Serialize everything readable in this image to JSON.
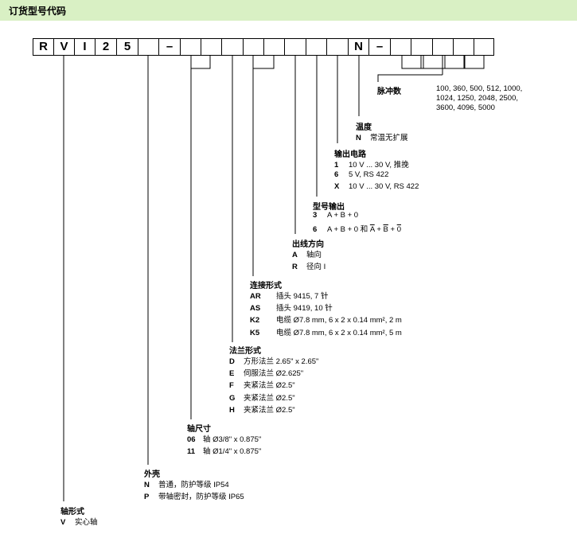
{
  "header": {
    "title": "订货型号代码"
  },
  "code_boxes": [
    "R",
    "V",
    "I",
    "2",
    "5",
    "",
    "–",
    "",
    "",
    "",
    "",
    "",
    "",
    "",
    "",
    "N",
    "–",
    "",
    "",
    "",
    "",
    "",
    ""
  ],
  "pulse_title": "脉冲数",
  "pulse_values": [
    "100, 360, 500, 512, 1000,",
    "1024, 1250, 2048, 2500,",
    "3600, 4096, 5000"
  ],
  "temperature": {
    "title": "温度",
    "items": [
      {
        "code": "N",
        "text": "常温无扩展"
      }
    ]
  },
  "output_circuit": {
    "title": "输出电路",
    "items": [
      {
        "code": "1",
        "text": "10 V ... 30 V, 推挽"
      },
      {
        "code": "6",
        "text": "5 V, RS 422"
      },
      {
        "code": "X",
        "text": "10 V ... 30 V, RS 422"
      }
    ]
  },
  "signal_output": {
    "title": "型号输出",
    "items": [
      {
        "code": "3",
        "text": "A + B + 0"
      },
      {
        "code": "6",
        "text": "A + B + 0 和 ",
        "extra": [
          "A",
          "B",
          "0"
        ]
      }
    ]
  },
  "cable_direction": {
    "title": "出线方向",
    "items": [
      {
        "code": "A",
        "text": "轴向"
      },
      {
        "code": "R",
        "text": "径向 I"
      }
    ]
  },
  "connection": {
    "title": "连接形式",
    "items": [
      {
        "code": "AR",
        "text": "插头 9415, 7 针"
      },
      {
        "code": "AS",
        "text": "插头 9419, 10 针"
      },
      {
        "code": "K2",
        "text": "电缆 Ø7.8 mm, 6 x 2 x 0.14 mm², 2 m"
      },
      {
        "code": "K5",
        "text": "电缆 Ø7.8 mm, 6 x 2 x 0.14 mm², 5 m"
      }
    ]
  },
  "flange": {
    "title": "法兰形式",
    "items": [
      {
        "code": "D",
        "text": "方形法兰 2.65\" x 2.65\""
      },
      {
        "code": "E",
        "text": "伺服法兰 Ø2.625\""
      },
      {
        "code": "F",
        "text": "夹紧法兰 Ø2.5\""
      },
      {
        "code": "G",
        "text": "夹紧法兰 Ø2.5\""
      },
      {
        "code": "H",
        "text": "夹紧法兰 Ø2.5\""
      }
    ]
  },
  "shaft_size": {
    "title": "轴尺寸",
    "items": [
      {
        "code": "06",
        "text": "轴 Ø3/8\" x 0.875\""
      },
      {
        "code": "11",
        "text": "轴 Ø1/4\" x 0.875\""
      }
    ]
  },
  "housing": {
    "title": "外壳",
    "items": [
      {
        "code": "N",
        "text": "普通，防护等级 IP54"
      },
      {
        "code": "P",
        "text": "带轴密封，防护等级 IP65"
      }
    ]
  },
  "shaft_type": {
    "title": "轴形式",
    "items": [
      {
        "code": "V",
        "text": "实心轴"
      }
    ]
  }
}
